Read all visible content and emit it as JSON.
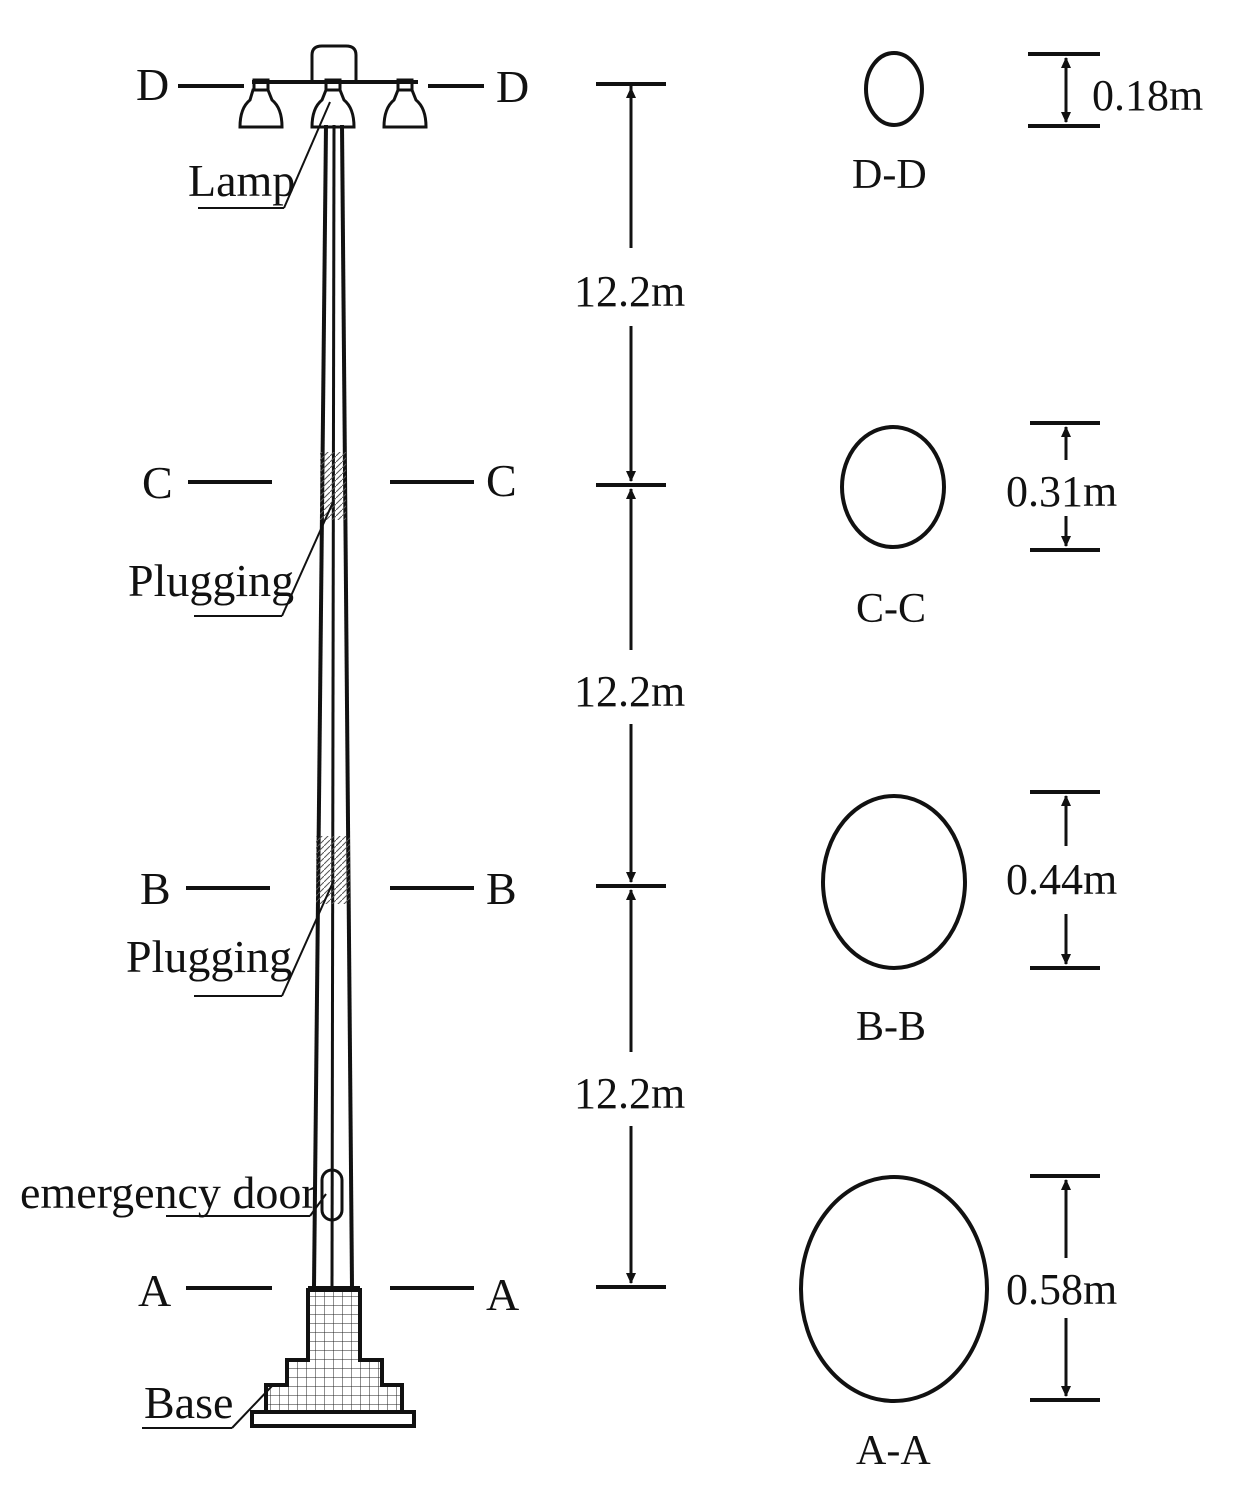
{
  "sections": {
    "d_left": "D",
    "d_right": "D",
    "c_left": "C",
    "c_right": "C",
    "b_left": "B",
    "b_right": "B",
    "a_left": "A",
    "a_right": "A"
  },
  "callouts": {
    "lamp": "Lamp",
    "plugging_upper": "Plugging",
    "plugging_lower": "Plugging",
    "emergency_door": "emergency door",
    "base": "Base"
  },
  "heights": {
    "top_segment": "12.2m",
    "middle_segment": "12.2m",
    "bottom_segment": "12.2m"
  },
  "cross_sections": {
    "dd": {
      "label": "D-D",
      "diameter": "0.18m"
    },
    "cc": {
      "label": "C-C",
      "diameter": "0.31m"
    },
    "bb": {
      "label": "B-B",
      "diameter": "0.44m"
    },
    "aa": {
      "label": "A-A",
      "diameter": "0.58m"
    }
  }
}
